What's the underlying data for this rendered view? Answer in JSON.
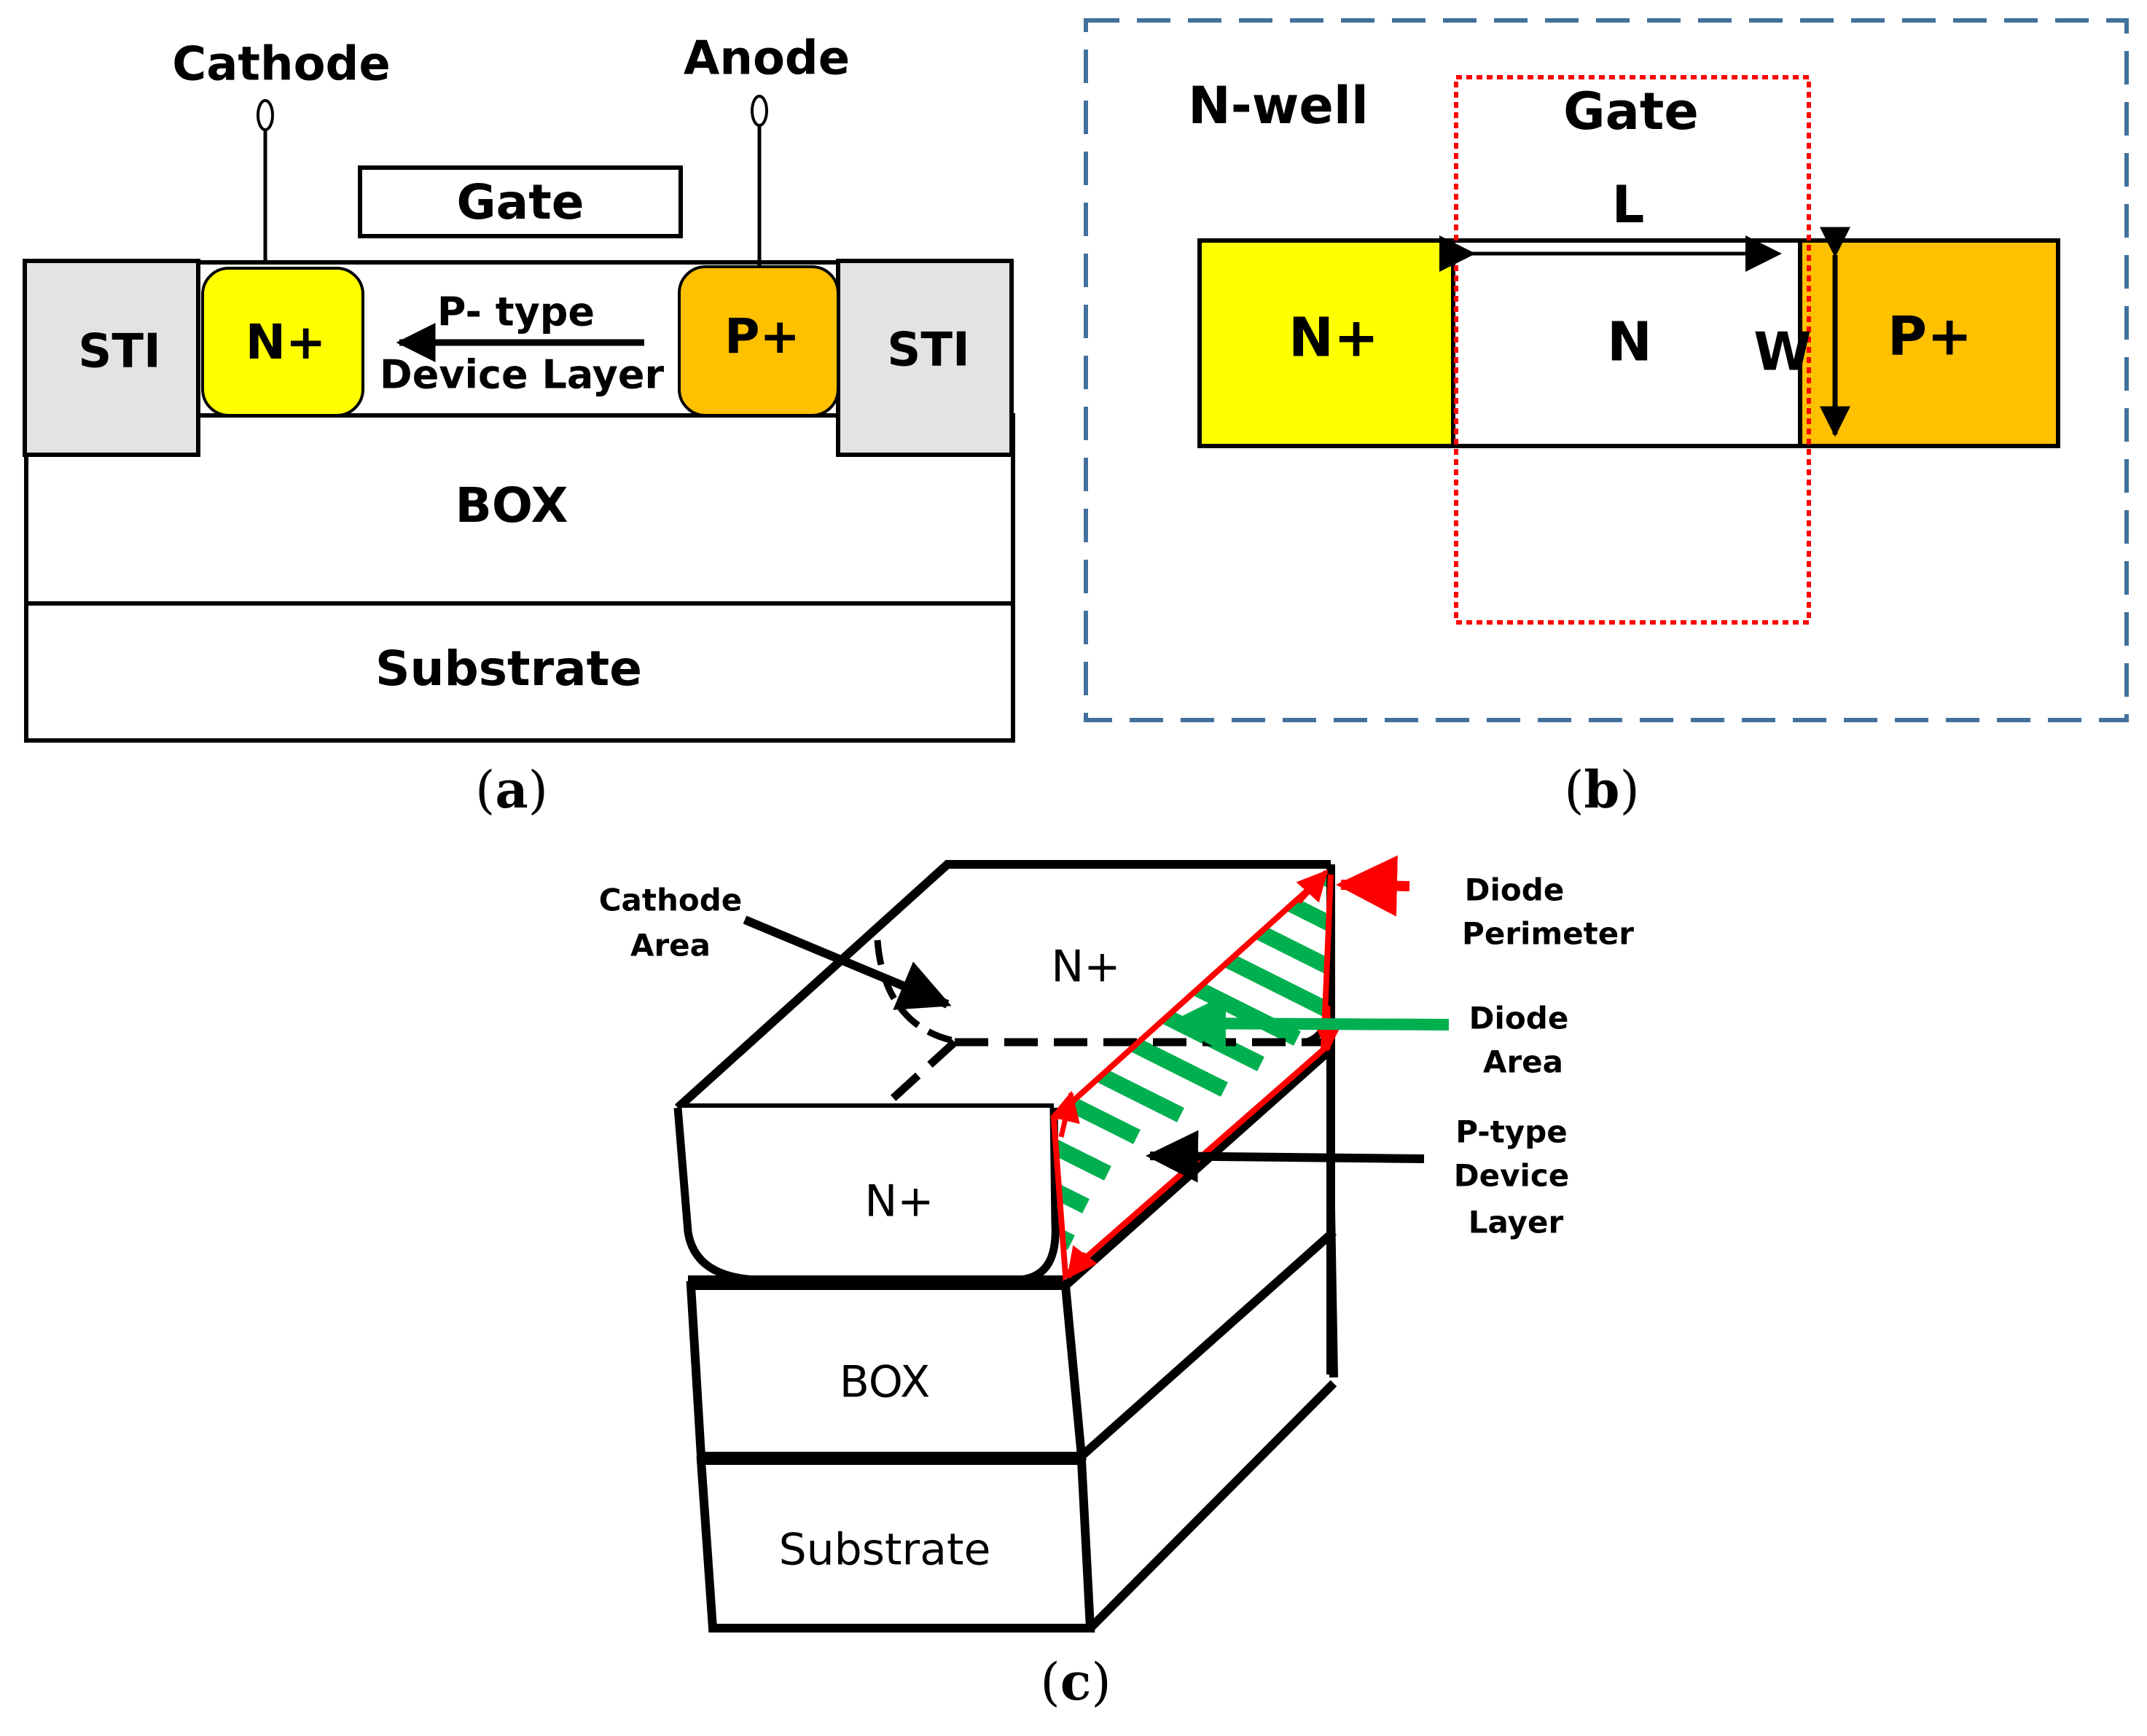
{
  "colors": {
    "n_plus": "#FFFF00",
    "p_plus": "#FFC000",
    "sti": "#E3E3E3",
    "outline": "#000000",
    "nwell_border": "#41719C",
    "gate_box": "#FF0000",
    "diode_perimeter": "#FF0000",
    "diode_area": "#00B050"
  },
  "panel_a": {
    "caption_label": "a",
    "cathode": "Cathode",
    "anode": "Anode",
    "gate": "Gate",
    "sti_left": "STI",
    "sti_right": "STI",
    "n_plus": "N+",
    "p_plus": "P+",
    "device_layer_line1": "P- type",
    "device_layer_line2": "Device Layer",
    "box": "BOX",
    "substrate": "Substrate"
  },
  "panel_b": {
    "caption_label": "b",
    "n_well": "N-well",
    "gate": "Gate",
    "length": "L",
    "width": "W",
    "n_plus": "N+",
    "n_region": "N",
    "p_plus": "P+"
  },
  "panel_c": {
    "caption_label": "c",
    "n_plus_top": "N+",
    "n_plus_front": "N+",
    "box": "BOX",
    "substrate": "Substrate",
    "cathode_area_line1": "Cathode",
    "cathode_area_line2": "Area",
    "diode_perimeter_line1": "Diode",
    "diode_perimeter_line2": "Perimeter",
    "diode_area_line1": "Diode",
    "diode_area_line2": "Area",
    "device_layer_line1": "P-type",
    "device_layer_line2": "Device",
    "device_layer_line3": "Layer"
  }
}
